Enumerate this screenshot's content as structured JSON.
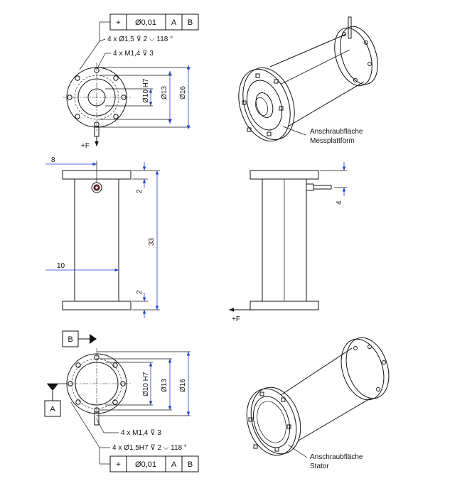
{
  "colors": {
    "dimension_line": "#1f3fd0",
    "lines": "#111111",
    "background": "#ffffff"
  },
  "top_view": {
    "fcf_symbol": "⌖",
    "fcf_tolerance": "Ø0,01",
    "fcf_datum_1": "A",
    "fcf_datum_2": "B",
    "hole_note": "4 x Ø1,5 ⊽ 2 ⌵ 118 °",
    "thread_note": "4 x M1,4 ⊽ 3",
    "dim_bore": "Ø10 H7",
    "dim_pitch": "Ø13",
    "dim_outer": "Ø16",
    "force_label": "+F"
  },
  "front_view": {
    "dim_flange_offset": "8",
    "dim_tube_offset": "10",
    "dim_top_flange": "2",
    "dim_bottom_flange": "2",
    "dim_length": "33"
  },
  "side_view": {
    "dim_probe": "4",
    "force_label": "+F"
  },
  "iso_top": {
    "callout_line1": "Anschraubfläche",
    "callout_line2": "Messplattform"
  },
  "bottom_view": {
    "datum_b": "B",
    "datum_a": "A",
    "thread_note": "4 x M1,4 ⊽ 3",
    "hole_note": "4 x Ø1,5H7 ⊽ 2 ⌵ 118 °",
    "fcf_symbol": "⌖",
    "fcf_tolerance": "Ø0,01",
    "fcf_datum_1": "A",
    "fcf_datum_2": "B",
    "dim_bore": "Ø10 H7",
    "dim_pitch": "Ø13",
    "dim_outer": "Ø16"
  },
  "iso_bottom": {
    "callout_line1": "Anschraubfläche",
    "callout_line2": "Stator"
  }
}
